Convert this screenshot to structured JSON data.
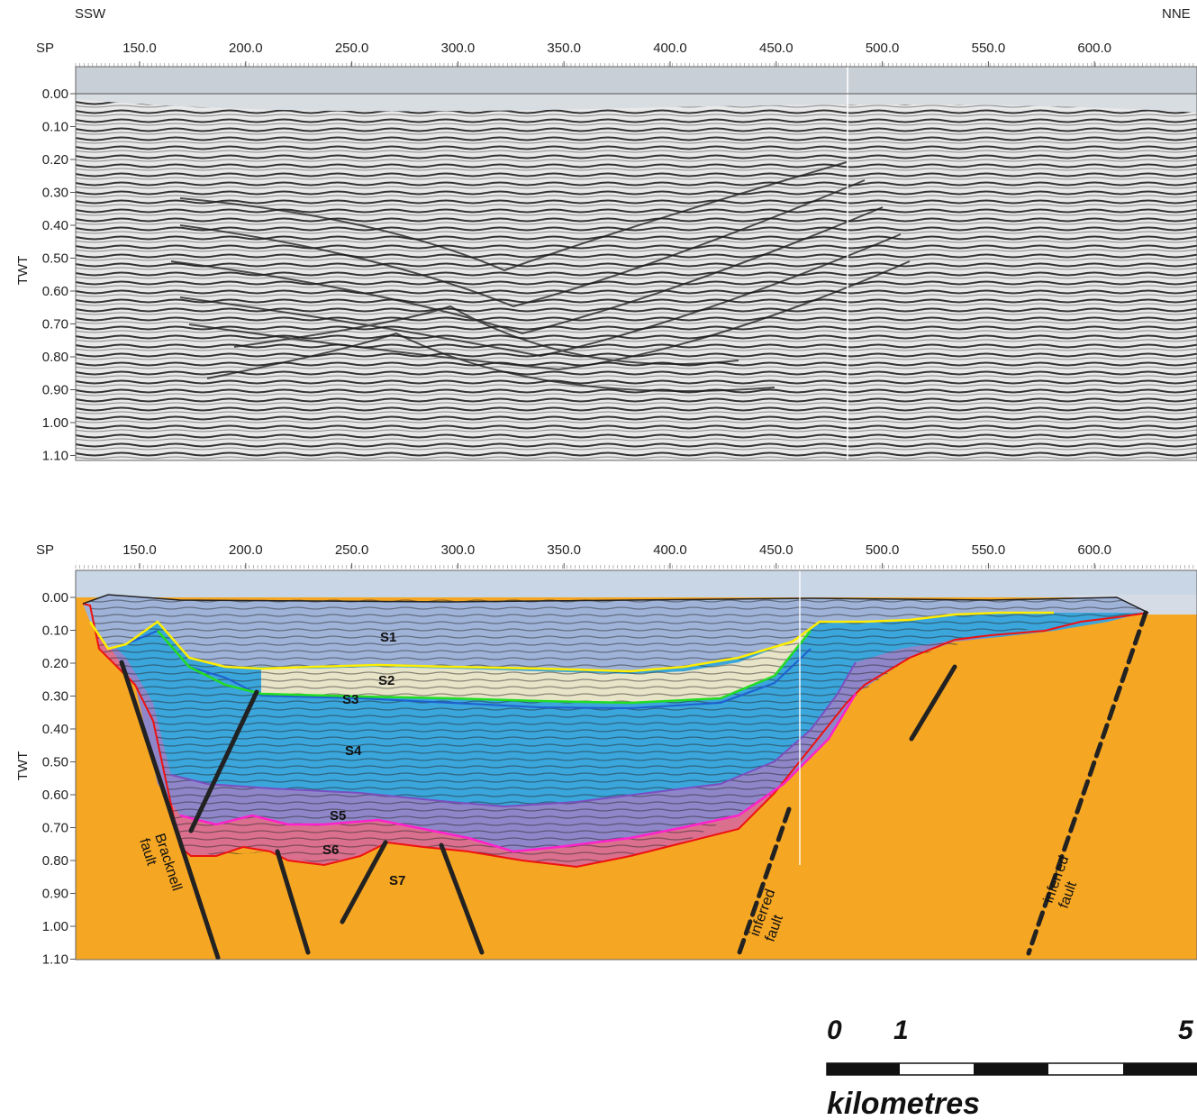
{
  "directions": {
    "left": "SSW",
    "right": "NNE"
  },
  "x_axis": {
    "label": "SP",
    "ticks": [
      "150.0",
      "200.0",
      "250.0",
      "300.0",
      "350.0",
      "400.0",
      "450.0",
      "500.0",
      "550.0",
      "600.0"
    ]
  },
  "y_axis": {
    "label": "TWT",
    "ticks": [
      "0.00",
      "0.10",
      "0.20",
      "0.30",
      "0.40",
      "0.50",
      "0.60",
      "0.70",
      "0.80",
      "0.90",
      "1.00",
      "1.10"
    ]
  },
  "panels": {
    "top": {
      "description_visible": false
    },
    "bottom": {
      "units": [
        "S1",
        "S2",
        "S3",
        "S4",
        "S5",
        "S6",
        "S7"
      ],
      "fault_labels": [
        "Bracknell fault",
        "inferred fault",
        "inferred fault"
      ]
    }
  },
  "scale_bar": {
    "labels": [
      "0",
      "1",
      "5"
    ],
    "unit": "kilometres"
  },
  "colors": {
    "basement": "#f5a623",
    "water": "#c9d6e6",
    "s1": "#9fb3d9",
    "s2": "#e8e4c8",
    "s4": "#3aa6dc",
    "s5": "#8f86c9",
    "s6": "#d86a9a",
    "yellow_horizon": "#ffee00",
    "green_horizon": "#22dd22",
    "blue_horizon": "#1f5fd0",
    "purple_horizon": "#7a4fc0",
    "magenta_horizon": "#ff22cc",
    "red_horizon": "#ee1111"
  }
}
